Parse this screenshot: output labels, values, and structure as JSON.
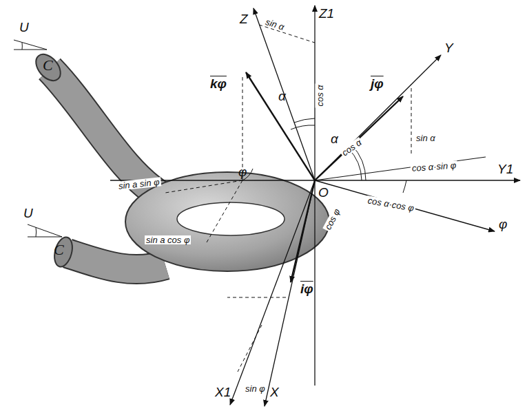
{
  "diagram": {
    "labels": [
      "Z",
      "Z1",
      "sin α",
      "cos α",
      "kφ",
      "α",
      "α",
      "jφ",
      "Y",
      "cos α",
      "sin α",
      "Y1",
      "cos α·sin φ",
      "φ",
      "sin a sin φ",
      "sin a cos φ",
      "cos α·cos φ",
      "O",
      "φ",
      "cos φ",
      "X1",
      "sin φ",
      "X",
      "iφ",
      "U",
      "C",
      "U",
      "C"
    ]
  }
}
